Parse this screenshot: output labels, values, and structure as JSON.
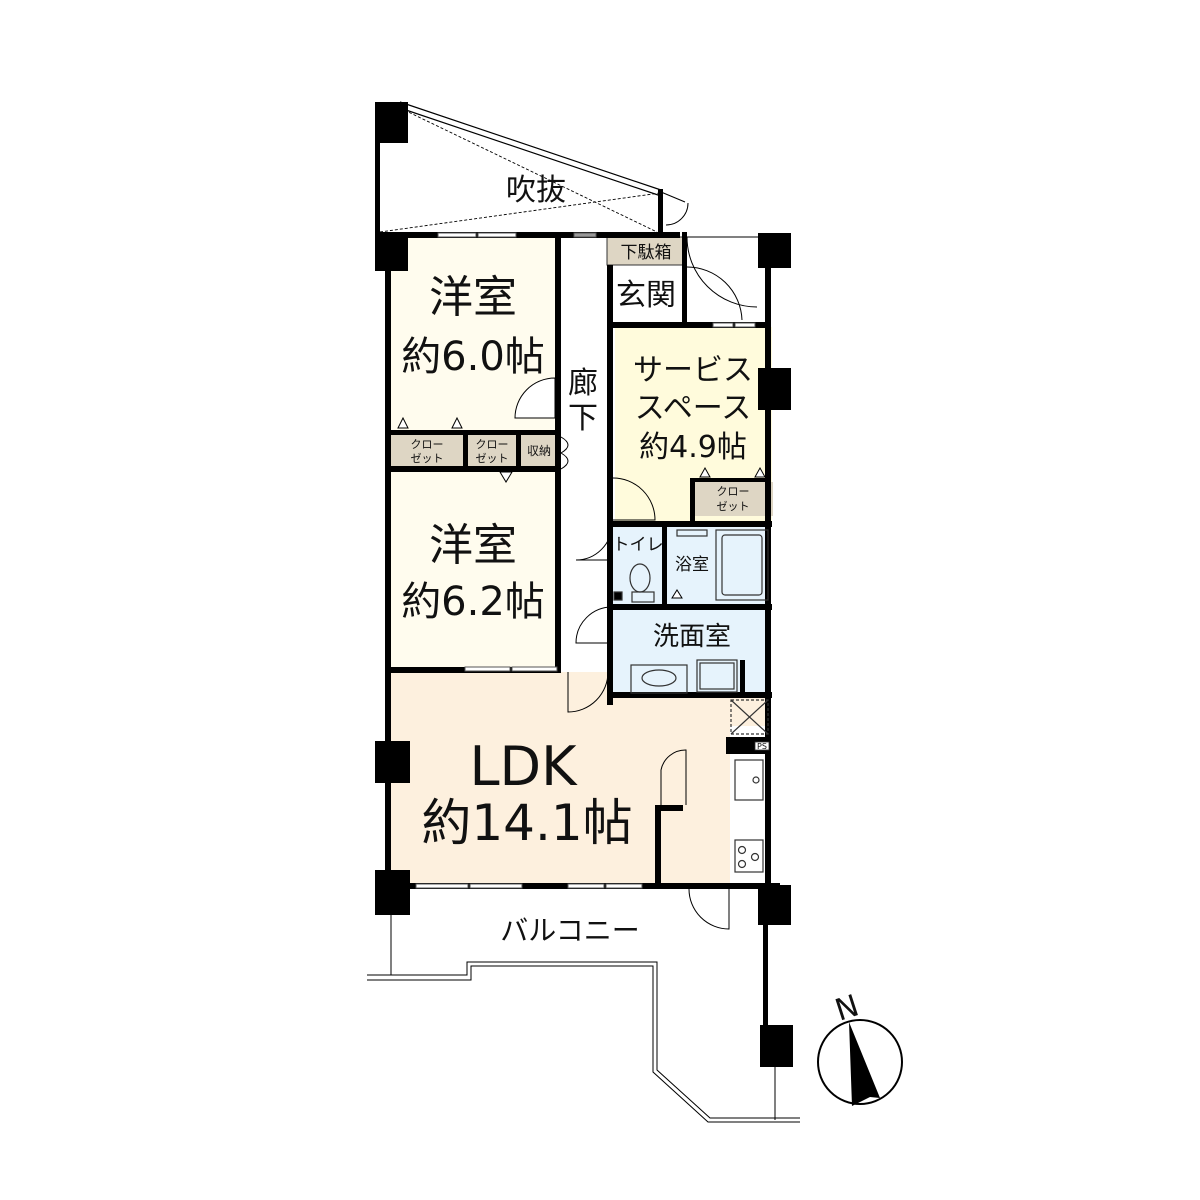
{
  "floorplan": {
    "colors": {
      "bedroom": "#fffcee",
      "service": "#fffbdc",
      "ldk": "#fdf0de",
      "wet": "#e6f3fc",
      "storage": "#ded6c4",
      "wall": "#000000",
      "background": "#ffffff"
    },
    "rooms": {
      "void": {
        "label": "吹抜"
      },
      "bedroom1": {
        "name": "洋室",
        "size": "約6.0帖"
      },
      "bedroom2": {
        "name": "洋室",
        "size": "約6.2帖"
      },
      "hallway": {
        "label_top": "廊",
        "label_bottom": "下"
      },
      "entrance": {
        "label": "玄関"
      },
      "shoe_box": {
        "label": "下駄箱"
      },
      "service_space": {
        "line1": "サービス",
        "line2": "スペース",
        "size": "約4.9帖"
      },
      "toilet": {
        "label": "トイレ"
      },
      "bathroom": {
        "label": "浴室"
      },
      "washroom": {
        "label": "洗面室"
      },
      "ldk": {
        "name": "LDK",
        "size": "約14.1帖"
      },
      "balcony": {
        "label": "バルコニー"
      },
      "ps": {
        "label": "PS"
      }
    },
    "closets": [
      {
        "line1": "クロー",
        "line2": "ゼット"
      },
      {
        "line1": "クロー",
        "line2": "ゼット"
      },
      {
        "label": "収納"
      },
      {
        "line1": "クロー",
        "line2": "ゼット"
      }
    ],
    "compass": {
      "label": "N"
    }
  }
}
